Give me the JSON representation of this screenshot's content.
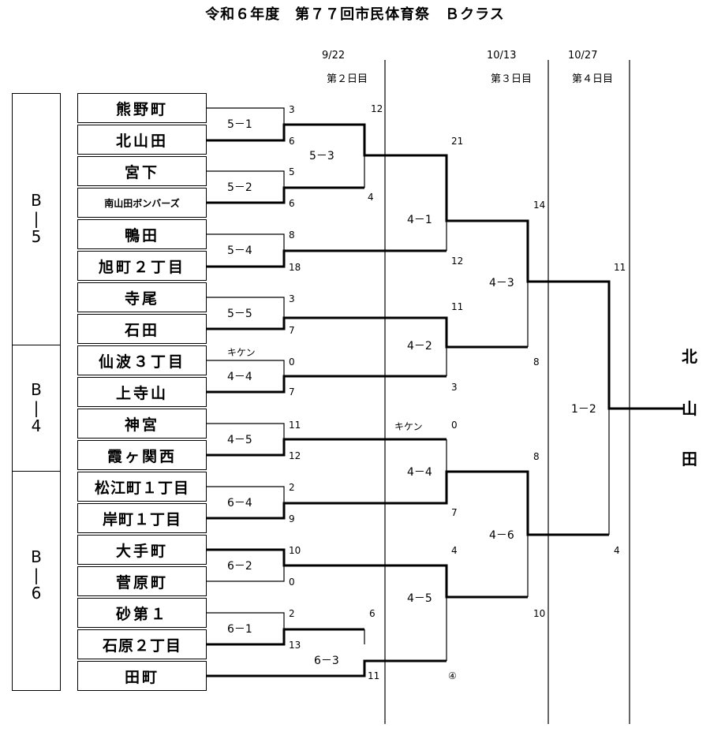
{
  "title": "令和６年度　第７７回市民体育祭　Ｂクラス",
  "dates": [
    {
      "date": "9/22",
      "day": "第２日目"
    },
    {
      "date": "10/13",
      "day": "第３日目"
    },
    {
      "date": "10/27",
      "day": "第４日目"
    }
  ],
  "groups": [
    {
      "label": [
        "B",
        "|",
        "5"
      ]
    },
    {
      "label": [
        "B",
        "|",
        "4"
      ]
    },
    {
      "label": [
        "B",
        "|",
        "6"
      ]
    }
  ],
  "teams": [
    "熊野町",
    "北山田",
    "宮下",
    "南山田ボンバーズ",
    "鴨田",
    "旭町２丁目",
    "寺尾",
    "石田",
    "仙波３丁目",
    "上寺山",
    "神宮",
    "霞ヶ関西",
    "松江町１丁目",
    "岸町１丁目",
    "大手町",
    "菅原町",
    "砂第１",
    "石原２丁目",
    "田町"
  ],
  "round1": [
    {
      "id": "5－1",
      "scores": [
        "3",
        "6"
      ]
    },
    {
      "id": "5－2",
      "scores": [
        "5",
        "6"
      ]
    },
    {
      "id": "5－4",
      "scores": [
        "8",
        "18"
      ]
    },
    {
      "id": "5－5",
      "scores": [
        "3",
        "7"
      ]
    },
    {
      "id": "4－4",
      "scores": [
        "0",
        "7"
      ],
      "note": "キケン"
    },
    {
      "id": "4－5",
      "scores": [
        "11",
        "12"
      ]
    },
    {
      "id": "6－4",
      "scores": [
        "2",
        "9"
      ]
    },
    {
      "id": "6－2",
      "scores": [
        "10",
        "0"
      ]
    },
    {
      "id": "6－1",
      "scores": [
        "2",
        "13"
      ]
    }
  ],
  "extra": [
    {
      "id": "5－3",
      "scores": [
        "12",
        "4"
      ]
    },
    {
      "id": "6－3",
      "scores": [
        "6",
        "11"
      ]
    }
  ],
  "round2": [
    {
      "id": "4－1",
      "scores": [
        "21",
        "12"
      ]
    },
    {
      "id": "4－2",
      "scores": [
        "11",
        "3"
      ]
    },
    {
      "id": "4－4",
      "scores": [
        "0",
        "7"
      ],
      "note": "キケン"
    },
    {
      "id": "4－5",
      "scores": [
        "4",
        "④"
      ]
    }
  ],
  "semis": [
    {
      "id": "4－3",
      "scores": [
        "14",
        "8"
      ]
    },
    {
      "id": "4－6",
      "scores": [
        "8",
        "10"
      ]
    }
  ],
  "final": {
    "id": "1－2",
    "scores": [
      "11",
      "4"
    ]
  },
  "champion": [
    "北",
    "山",
    "田"
  ],
  "colors": {
    "ink": "#000000",
    "paper": "#ffffff"
  }
}
